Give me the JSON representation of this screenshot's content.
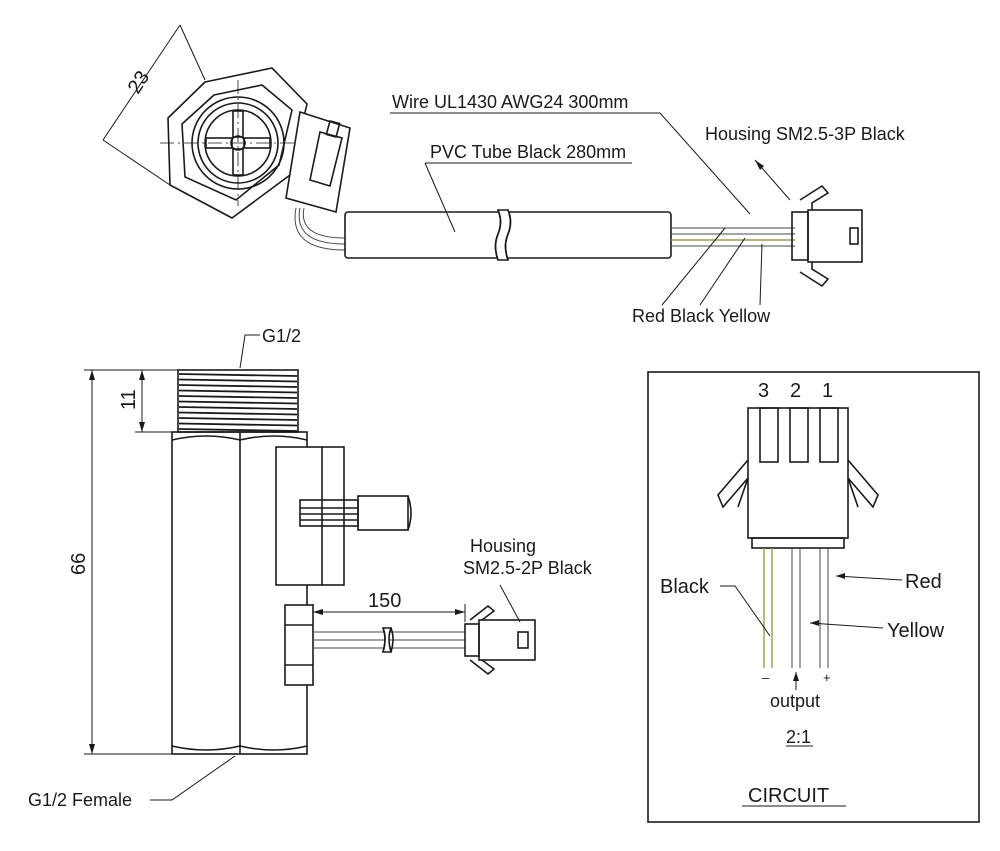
{
  "top_view": {
    "dimension_width": "23",
    "wire_label": "Wire UL1430 AWG24  300mm",
    "tube_label": "PVC Tube Black 280mm",
    "housing_label": "Housing SM2.5-3P Black",
    "wire_colors_label": "Red Black Yellow"
  },
  "side_view": {
    "thread_label": "G1/2",
    "thread_length": "11",
    "overall_length": "66",
    "cable_length": "150",
    "housing_label_line1": "Housing",
    "housing_label_line2": "SM2.5-2P Black",
    "female_label": "G1/2 Female"
  },
  "circuit": {
    "pin_3": "3",
    "pin_2": "2",
    "pin_1": "1",
    "black_label": "Black",
    "red_label": "Red",
    "yellow_label": "Yellow",
    "minus_sign": "–",
    "plus_sign": "+",
    "output_label": "output",
    "scale_label": "2:1",
    "title": "CIRCUIT"
  }
}
